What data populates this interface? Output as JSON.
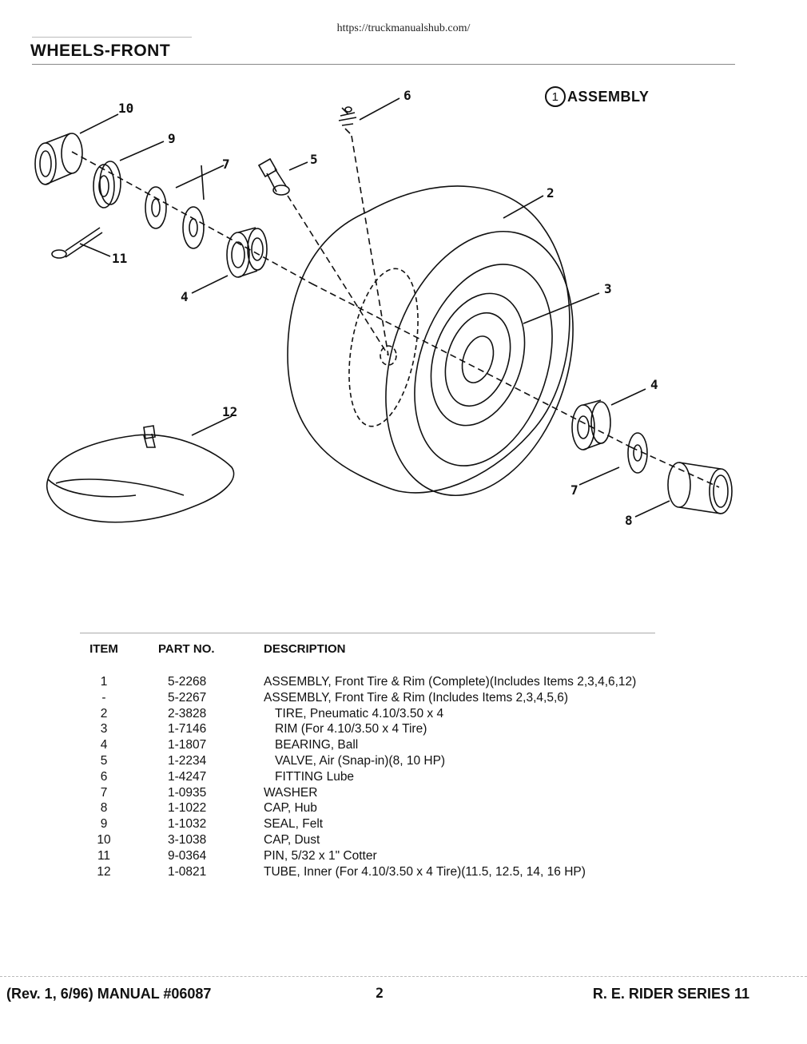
{
  "header": {
    "url": "https://truckmanualshub.com/",
    "title": "WHEELS-FRONT",
    "assembly_number": "1",
    "assembly_label": "ASSEMBLY"
  },
  "callouts": [
    "10",
    "9",
    "7",
    "6",
    "5",
    "2",
    "11",
    "4",
    "3",
    "12",
    "4",
    "7",
    "8"
  ],
  "table": {
    "headers": {
      "item": "ITEM",
      "part": "PART NO.",
      "description": "DESCRIPTION"
    },
    "rows": [
      {
        "item": "1",
        "part": "5-2268",
        "description": "ASSEMBLY, Front Tire & Rim (Complete)(Includes Items 2,3,4,6,12)",
        "indent": false
      },
      {
        "item": "-",
        "part": "5-2267",
        "description": "ASSEMBLY, Front Tire & Rim (Includes Items 2,3,4,5,6)",
        "indent": false
      },
      {
        "item": "2",
        "part": "2-3828",
        "description": "TIRE, Pneumatic 4.10/3.50 x 4",
        "indent": true
      },
      {
        "item": "3",
        "part": "1-7146",
        "description": "RIM (For 4.10/3.50 x 4 Tire)",
        "indent": true
      },
      {
        "item": "4",
        "part": "1-1807",
        "description": "BEARING, Ball",
        "indent": true
      },
      {
        "item": "5",
        "part": "1-2234",
        "description": "VALVE, Air (Snap-in)(8, 10 HP)",
        "indent": true
      },
      {
        "item": "6",
        "part": "1-4247",
        "description": "FITTING Lube",
        "indent": true
      },
      {
        "item": "7",
        "part": "1-0935",
        "description": "WASHER",
        "indent": false
      },
      {
        "item": "8",
        "part": "1-1022",
        "description": "CAP, Hub",
        "indent": false
      },
      {
        "item": "9",
        "part": "1-1032",
        "description": "SEAL, Felt",
        "indent": false
      },
      {
        "item": "10",
        "part": "3-1038",
        "description": "CAP, Dust",
        "indent": false
      },
      {
        "item": "11",
        "part": "9-0364",
        "description": "PIN, 5/32 x 1\" Cotter",
        "indent": false
      },
      {
        "item": "12",
        "part": "1-0821",
        "description": "TUBE, Inner (For 4.10/3.50 x 4 Tire)(11.5, 12.5, 14, 16 HP)",
        "indent": false
      }
    ]
  },
  "footer": {
    "left": "(Rev. 1, 6/96) MANUAL #06087",
    "page": "2",
    "right": "R. E. RIDER SERIES 11"
  }
}
